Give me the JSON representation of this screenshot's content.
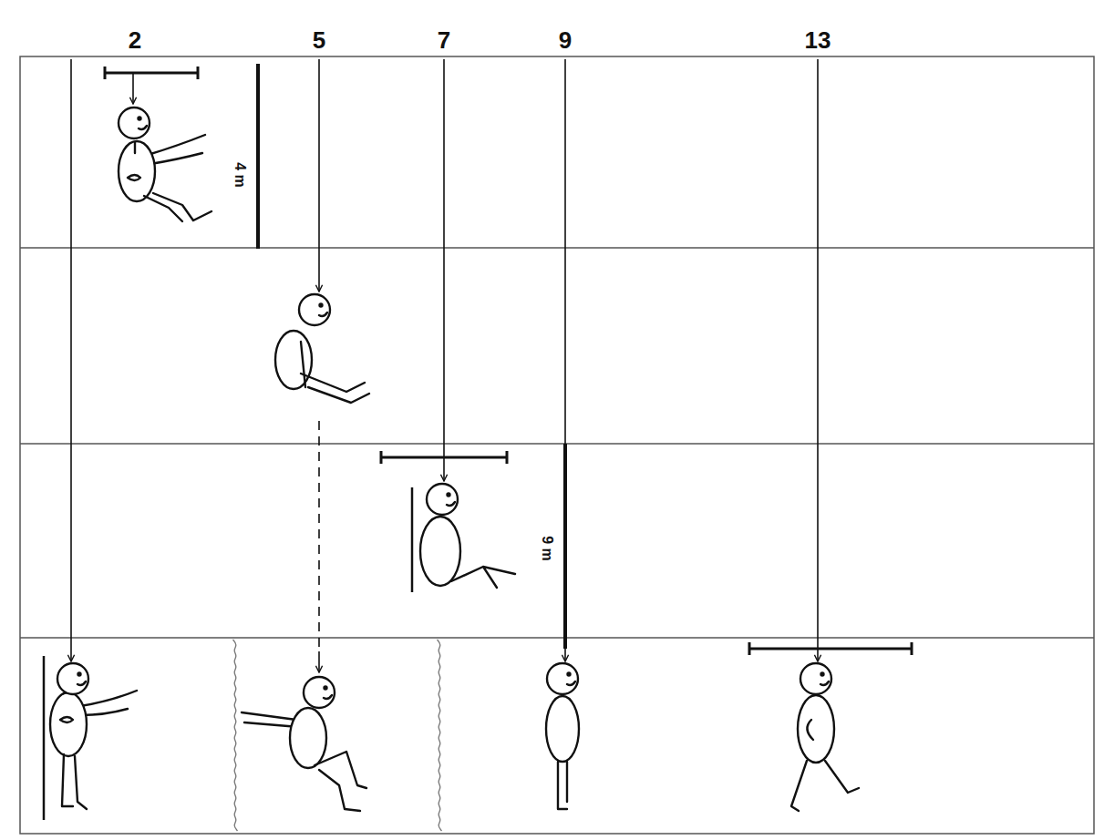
{
  "diagram": {
    "labels": [
      "2",
      "5",
      "7",
      "9",
      "13",
      "4 m",
      "9 m"
    ]
  }
}
